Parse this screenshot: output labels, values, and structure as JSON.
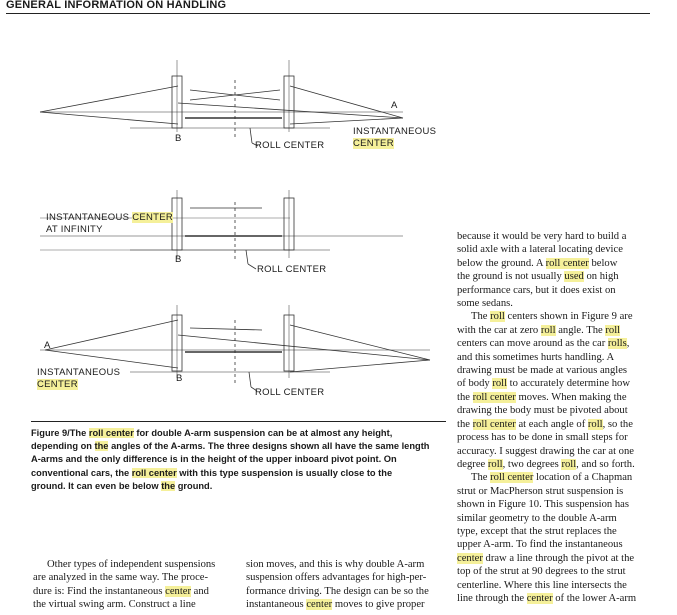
{
  "header": {
    "title": "GENERAL INFORMATION ON HANDLING"
  },
  "diagram": {
    "label_b": "B",
    "label_a": "A",
    "roll_center": "ROLL CENTER",
    "instantaneous": "INSTANTANEOUS",
    "center": "CENTER",
    "at_infinity": "AT INFINITY"
  },
  "caption": {
    "lines": [
      [
        "Figure 9/The ",
        "roll center",
        " for double A-arm suspension can be at almost any height,"
      ],
      [
        "depending on ",
        "the",
        " angles of the A-arms. The three designs shown all have the same length"
      ],
      [
        "A-arms and the only difference is in the height of the upper inboard pivot point. On"
      ],
      [
        "conventional cars, the ",
        "roll center",
        " with this type suspension is usually close to the"
      ],
      [
        "ground. It can even be below ",
        "the",
        " ground."
      ]
    ]
  },
  "right_column": {
    "lines": [
      [
        "because it would be very hard to build a"
      ],
      [
        "solid axle with a lateral locating device"
      ],
      [
        "below the ground. A ",
        "roll center",
        " below"
      ],
      [
        "the ground is not usually ",
        "used",
        " on high"
      ],
      [
        "performance cars, but it does exist on"
      ],
      [
        "some sedans."
      ],
      [
        "The ",
        "roll",
        " centers shown in Figure 9 are"
      ],
      [
        "with the car at zero ",
        "roll",
        " angle. The ",
        "roll"
      ],
      [
        "centers can move around as the car ",
        "rolls",
        ","
      ],
      [
        "and this sometimes hurts handling. A"
      ],
      [
        "drawing must be made at various angles"
      ],
      [
        "of body ",
        "roll",
        " to accurately determine how"
      ],
      [
        "the ",
        "roll center",
        " moves. When making the"
      ],
      [
        "drawing the body must be pivoted about"
      ],
      [
        "the ",
        "roll center",
        " at each angle of ",
        "roll",
        ", so the"
      ],
      [
        "process has to be done in small steps for"
      ],
      [
        "accuracy. I suggest drawing the car at one"
      ],
      [
        "degree ",
        "roll",
        ", two degrees ",
        "roll",
        ", and so forth."
      ],
      [
        "The ",
        "roll center",
        " location of a Chapman"
      ],
      [
        "strut or MacPherson strut suspension is"
      ],
      [
        "shown in Figure 10. This suspension has"
      ],
      [
        "similar geometry to the double A-arm"
      ],
      [
        "type, except that the strut replaces the"
      ],
      [
        "upper A-arm. To find the instantaneous"
      ],
      [
        "",
        "center",
        " draw a line through the pivot at the"
      ],
      [
        "top of the strut at 90 degrees to the strut"
      ],
      [
        "centerline. Where this line intersects the"
      ],
      [
        "line through the ",
        "center",
        " of the lower A-arm"
      ]
    ]
  },
  "bottom_left": {
    "lines": [
      [
        "Other types of independent suspensions"
      ],
      [
        "are analyzed in the same way. The proce-"
      ],
      [
        "dure is: Find the instantaneous ",
        "center",
        " and"
      ],
      [
        "the virtual swing arm. Construct a line"
      ]
    ]
  },
  "bottom_middle": {
    "lines": [
      [
        "sion moves, and this is why double A-arm"
      ],
      [
        "suspension offers advantages for high-per-"
      ],
      [
        "formance driving. The design can be so the"
      ],
      [
        "instantaneous ",
        "center",
        " moves to give proper"
      ]
    ]
  }
}
